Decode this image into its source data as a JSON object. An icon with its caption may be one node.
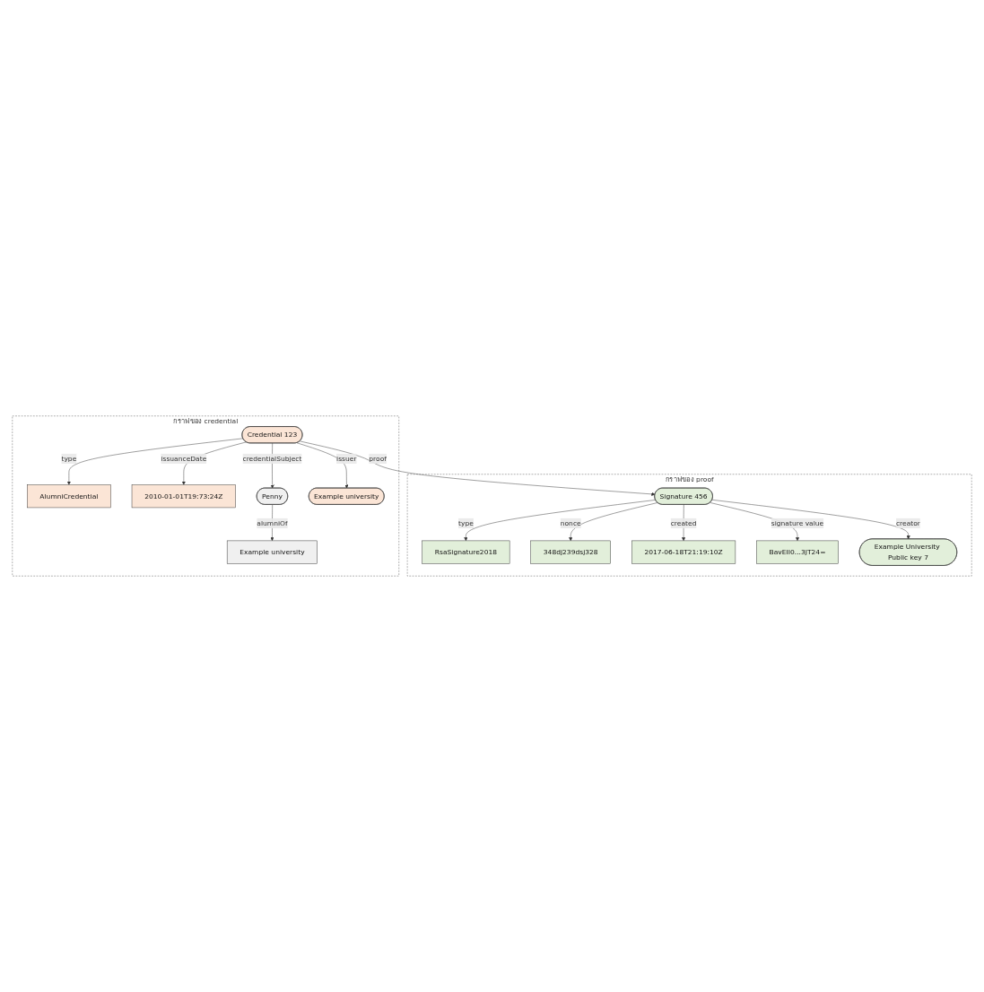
{
  "diagram": {
    "nodes": [
      {
        "text": [
          "กราฟของ credential"
        ]
      },
      {
        "text": [
          "AlumniCredential"
        ],
        "in": 0
      },
      {
        "text": [
          "2010-01-01T19:73:24Z"
        ],
        "in": 0
      },
      {
        "text": [
          "Credential 123"
        ],
        "in": 0
      },
      {
        "text": [
          "Penny"
        ],
        "in": 0
      },
      {
        "text": [
          "Example university"
        ],
        "in": 0
      },
      {
        "text": [
          "Example university"
        ],
        "in": 0
      },
      {
        "text": [
          "กราฟของ proof"
        ]
      },
      {
        "text": [
          "RsaSignature2018"
        ],
        "in": 7
      },
      {
        "text": [
          "Signature 456"
        ],
        "in": 7
      },
      {
        "text": [
          "348dj239dsj328"
        ],
        "in": 7
      },
      {
        "text": [
          "2017-06-18T21:19:10Z"
        ],
        "in": 7
      },
      {
        "text": [
          "BavEII0...3JT24="
        ],
        "in": 7
      },
      {
        "text": [
          "Example University Public key 7"
        ],
        "in": 7
      }
    ],
    "edges": [
      {
        "from": 3,
        "to": 1,
        "label": "type",
        "arrow": "to"
      },
      {
        "from": 3,
        "to": 2,
        "label": "issuanceDate",
        "arrow": "to"
      },
      {
        "from": 3,
        "to": 4,
        "label": "credentialSubject",
        "arrow": "to"
      },
      {
        "from": 3,
        "to": 5,
        "label": "issuer",
        "arrow": "to"
      },
      {
        "from": 4,
        "to": 6,
        "label": "alumniOf",
        "arrow": "to"
      },
      {
        "from": 3,
        "to": 9,
        "label": "proof",
        "arrow": "to"
      },
      {
        "from": 9,
        "to": 8,
        "label": "type",
        "arrow": "to"
      },
      {
        "from": 9,
        "to": 10,
        "label": "nonce",
        "arrow": "to"
      },
      {
        "from": 9,
        "to": 11,
        "label": "created",
        "arrow": "to"
      },
      {
        "from": 9,
        "to": 13,
        "label": "creator",
        "arrow": "to"
      },
      {
        "from": 9,
        "to": 12,
        "label": "signature value",
        "arrow": "to"
      }
    ]
  }
}
